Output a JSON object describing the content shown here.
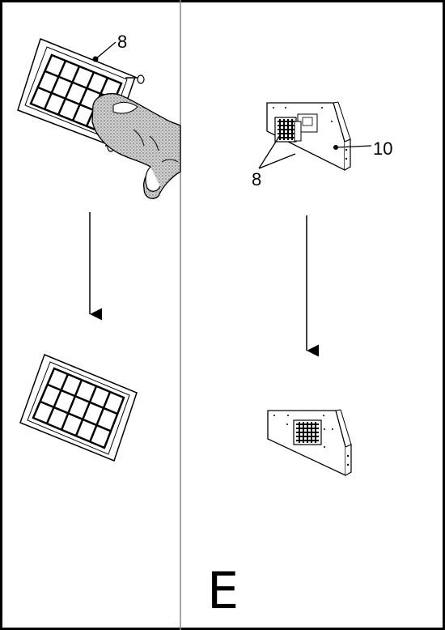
{
  "left_panel": {
    "callout_filter": "8"
  },
  "right_panel": {
    "callout_filters": "8",
    "callout_panel": "10"
  },
  "figure_letter": "E",
  "colors": {
    "line": "#000000",
    "divider": "#888888",
    "stipple": "#9a9a9a",
    "background": "#ffffff"
  },
  "icons": [
    "finger-icon",
    "down-arrow-icon"
  ]
}
